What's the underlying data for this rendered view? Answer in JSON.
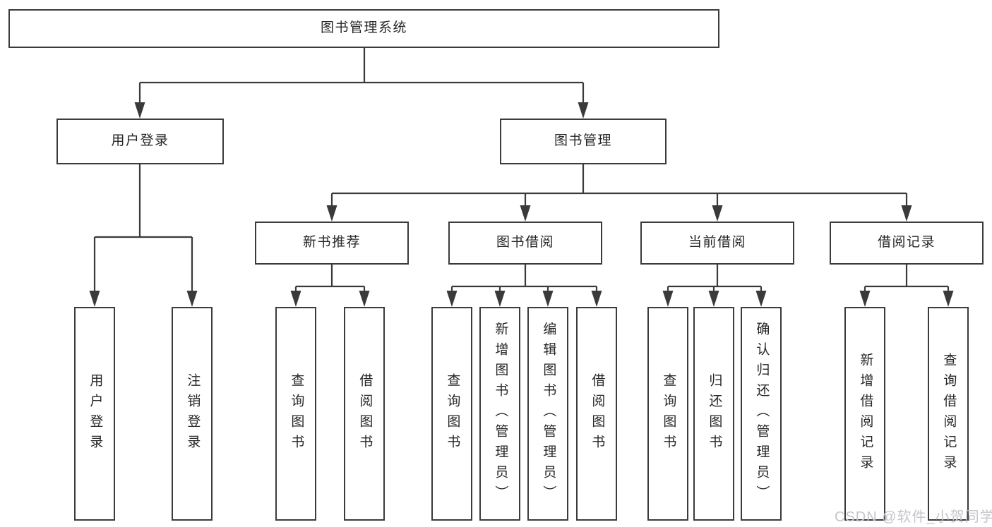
{
  "watermark": "CSDN @软件_小贺同学",
  "colors": {
    "line": "#3a3a3a",
    "box_border": "#3b3b3b",
    "text": "#262626",
    "watermark": "#c7c3cb"
  },
  "tree": {
    "label": "图书管理系统",
    "children": [
      {
        "label": "用户登录",
        "children": [
          {
            "label": "用户登录"
          },
          {
            "label": "注销登录"
          }
        ]
      },
      {
        "label": "图书管理",
        "children": [
          {
            "label": "新书推荐",
            "children": [
              {
                "label": "查询图书"
              },
              {
                "label": "借阅图书"
              }
            ]
          },
          {
            "label": "图书借阅",
            "children": [
              {
                "label": "查询图书"
              },
              {
                "label": "新增图书（管理员）"
              },
              {
                "label": "编辑图书（管理员）"
              },
              {
                "label": "借阅图书"
              }
            ]
          },
          {
            "label": "当前借阅",
            "children": [
              {
                "label": "查询图书"
              },
              {
                "label": "归还图书"
              },
              {
                "label": "确认归还（管理员）"
              }
            ]
          },
          {
            "label": "借阅记录",
            "children": [
              {
                "label": "新增借阅记录"
              },
              {
                "label": "查询借阅记录"
              }
            ]
          }
        ]
      }
    ]
  }
}
